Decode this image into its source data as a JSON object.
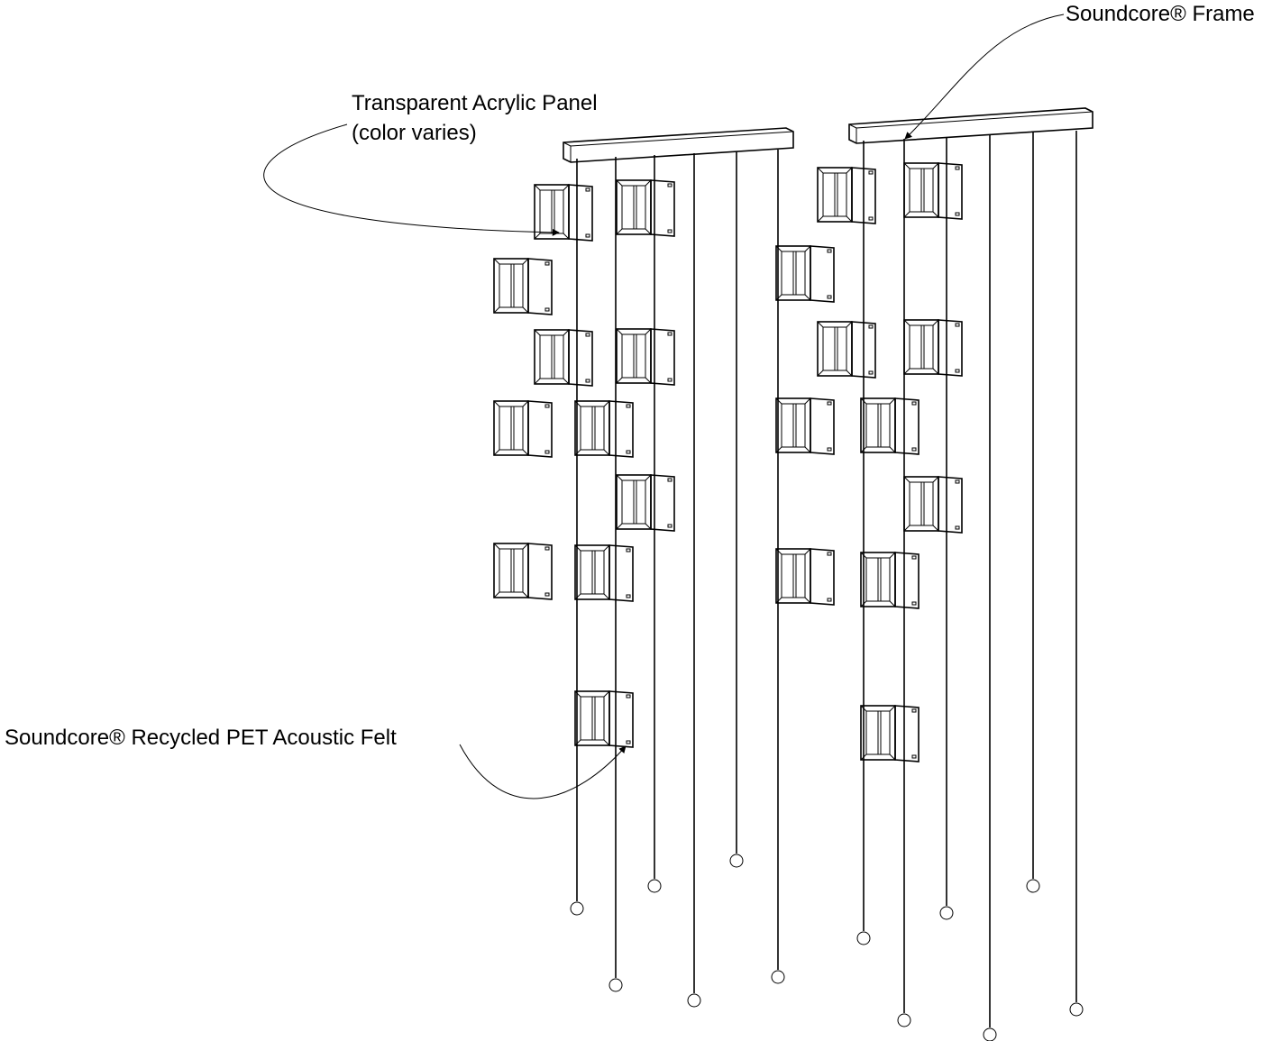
{
  "callouts": {
    "frame": "Soundcore® Frame",
    "acrylic_line1": "Transparent Acrylic Panel",
    "acrylic_line2": "(color varies)",
    "felt": "Soundcore® Recycled PET Acoustic Felt"
  }
}
